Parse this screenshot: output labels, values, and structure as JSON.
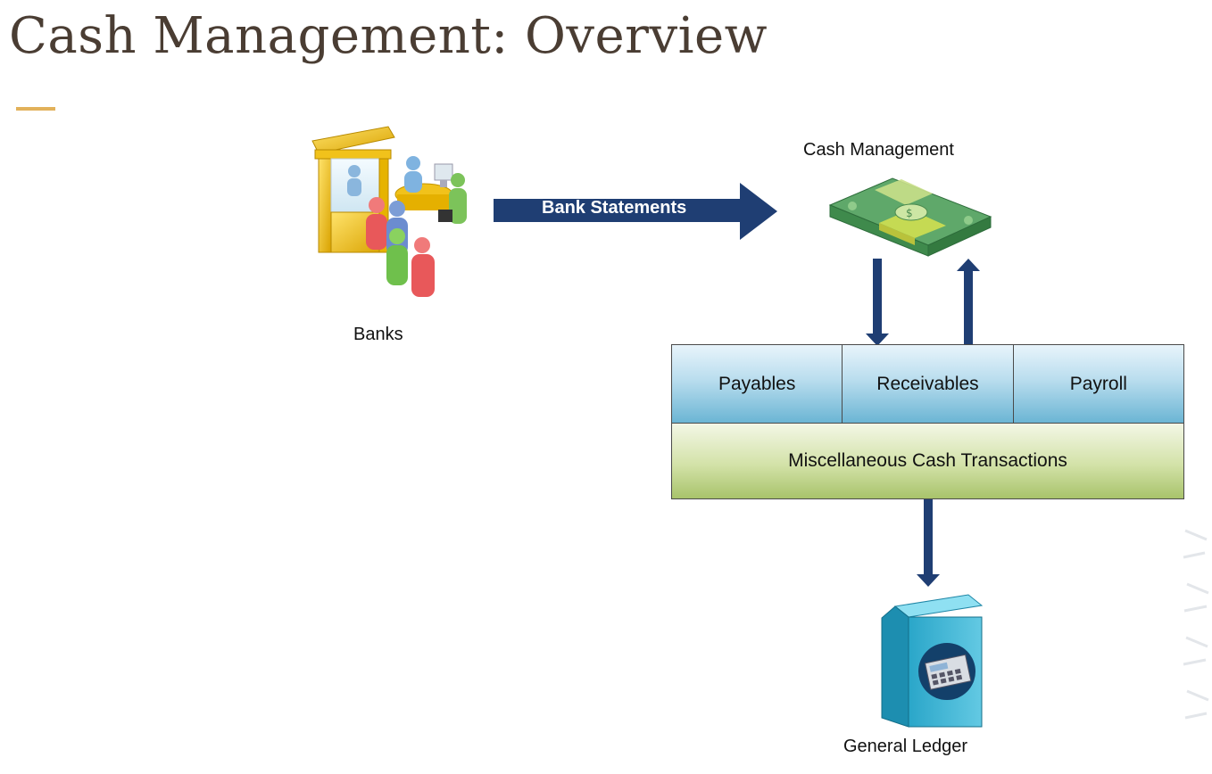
{
  "slide": {
    "title": "Cash Management: Overview",
    "accent_color": "#e2b15a"
  },
  "nodes": {
    "banks": {
      "label": "Banks",
      "icon": "bank-teller-people-icon"
    },
    "cash_management": {
      "label": "Cash Management",
      "icon": "money-stack-icon"
    },
    "general_ledger": {
      "label": "General Ledger",
      "icon": "ledger-calculator-icon"
    }
  },
  "edges": {
    "bank_statements": {
      "label": "Bank Statements",
      "color": "#1f3e73"
    }
  },
  "modules": {
    "top_row": [
      "Payables",
      "Receivables",
      "Payroll"
    ],
    "bottom_row": "Miscellaneous Cash Transactions",
    "top_color": "#6bb5d4",
    "bottom_color": "#a8c36b"
  }
}
